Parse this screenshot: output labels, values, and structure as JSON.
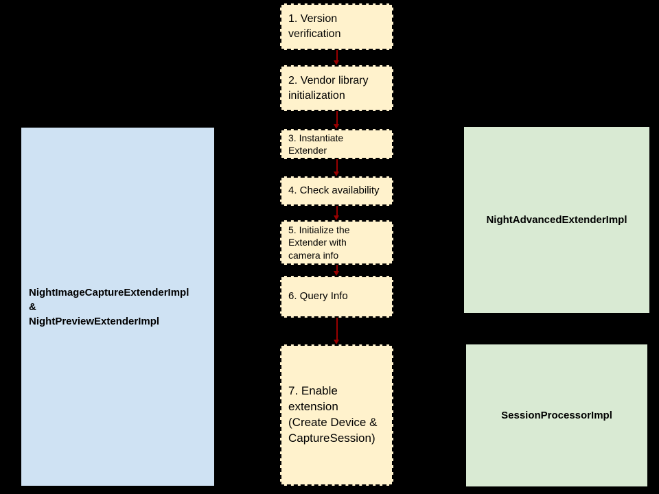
{
  "colors": {
    "background": "#000000",
    "step_fill": "#FFF2CC",
    "step_border": "#000000",
    "left_box_fill": "#CFE2F3",
    "right_box_fill": "#D9EAD3",
    "arrow": "#990000",
    "text": "#000000"
  },
  "flow": {
    "steps": [
      {
        "label": "1. Version\nverification"
      },
      {
        "label": "2. Vendor library\ninitialization"
      },
      {
        "label": "3. Instantiate\nExtender"
      },
      {
        "label": "4. Check availability"
      },
      {
        "label": "5. Initialize the\nExtender with\ncamera info"
      },
      {
        "label": "6. Query Info"
      },
      {
        "label": "7. Enable\nextension\n(Create Device &\nCaptureSession)"
      }
    ]
  },
  "left_box": {
    "label": "NightImageCaptureExtenderImpl\n&\nNightPreviewExtenderImpl"
  },
  "right_boxes": [
    {
      "label": "NightAdvancedExtenderImpl"
    },
    {
      "label": "SessionProcessorImpl"
    }
  ]
}
